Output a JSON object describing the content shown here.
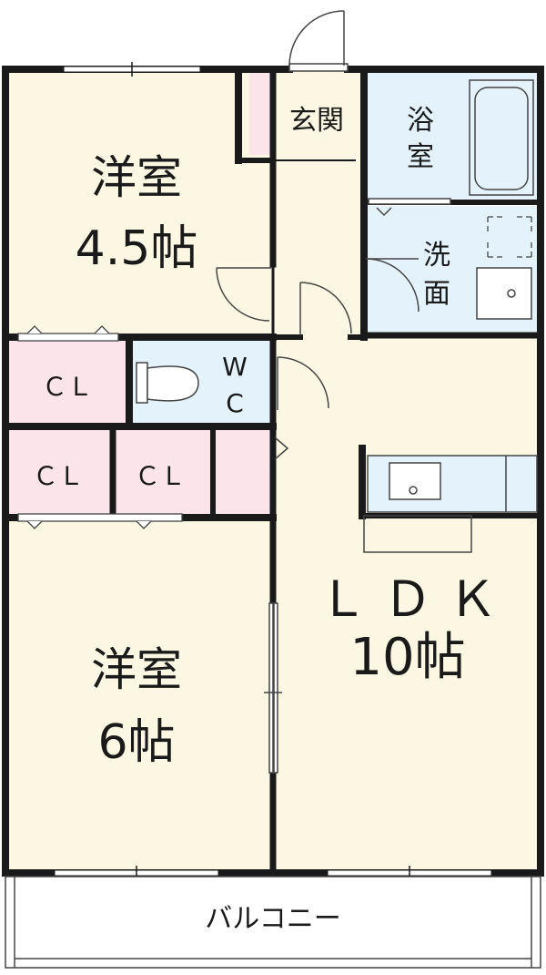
{
  "colors": {
    "room": "#fcf7e2",
    "closet": "#fbe4ea",
    "wet": "#e4f3fb",
    "wall": "#1a1a1a",
    "door": "#444444"
  },
  "rooms": {
    "western_1": {
      "name": "洋室",
      "size": "4.5帖"
    },
    "western_2": {
      "name": "洋室",
      "size": "6帖"
    },
    "ldk": {
      "name": "Ｌ Ｄ Ｋ",
      "size": "10帖"
    },
    "entrance": {
      "name": "玄関"
    },
    "bath": {
      "line1": "浴",
      "line2": "室"
    },
    "washroom": {
      "line1": "洗",
      "line2": "面"
    },
    "wc": {
      "line1": "W",
      "line2": "C"
    },
    "closet_1": {
      "name": "ＣＬ"
    },
    "closet_2": {
      "name": "ＣＬ"
    },
    "closet_3": {
      "name": "ＣＬ"
    },
    "balcony": {
      "name": "バルコニー"
    }
  }
}
